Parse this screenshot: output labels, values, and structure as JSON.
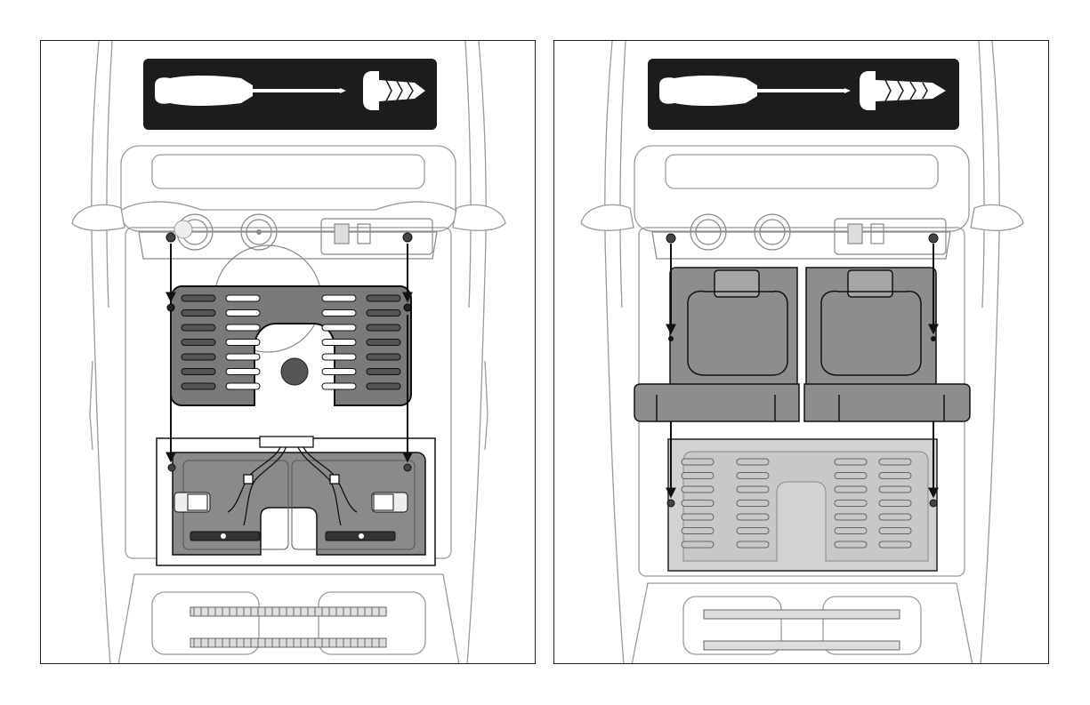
{
  "colors": {
    "outline": "#9a9a9a",
    "banner": "#1c1c1c",
    "grate_fill": "#7a7a7a",
    "battery_fill": "#8a8a8a",
    "seat_fill": "#8d8d8d",
    "ghost_fill": "#d2d2d2",
    "arrow": "#111111"
  },
  "icons": [
    "screwdriver-icon",
    "screw-icon"
  ],
  "panels": [
    {
      "id": "left",
      "step": "remove-battery-cover"
    },
    {
      "id": "right",
      "step": "install-seat"
    }
  ]
}
